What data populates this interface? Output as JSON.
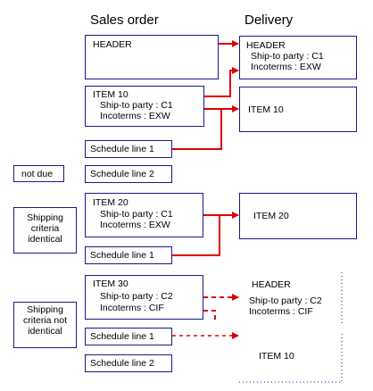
{
  "columns": {
    "sales_order": "Sales order",
    "delivery": "Delivery"
  },
  "sales": {
    "header": "HEADER",
    "item10": {
      "title": "ITEM 10",
      "ship": "Ship-to party : C1",
      "inco": "Incoterms : EXW"
    },
    "sl1": "Schedule line 1",
    "sl2": "Schedule line 2",
    "item20": {
      "title": "ITEM 20",
      "ship": "Ship-to party : C1",
      "inco": "Incoterms : EXW"
    },
    "sl3": "Schedule line 1",
    "item30": {
      "title": "ITEM 30",
      "ship": "Ship-to party : C2",
      "inco": "Incoterms : CIF"
    },
    "sl4": "Schedule line 1",
    "sl5": "Schedule line 2"
  },
  "delivery": {
    "d1": {
      "title": "HEADER",
      "ship": "Ship-to party : C1",
      "inco": "Incoterms : EXW"
    },
    "d1_item": "ITEM 10",
    "d2_item": "ITEM 20",
    "d3": {
      "title": "HEADER",
      "ship": "Ship-to party : C2",
      "inco": "Incoterms : CIF"
    },
    "d3_item": "ITEM 10"
  },
  "labels": {
    "not_due": "not due",
    "identical": "Shipping criteria identical",
    "not_identical": "Shipping criteria not identical"
  },
  "colors": {
    "arrow": "#e00000",
    "border": "#1a1a8c"
  }
}
